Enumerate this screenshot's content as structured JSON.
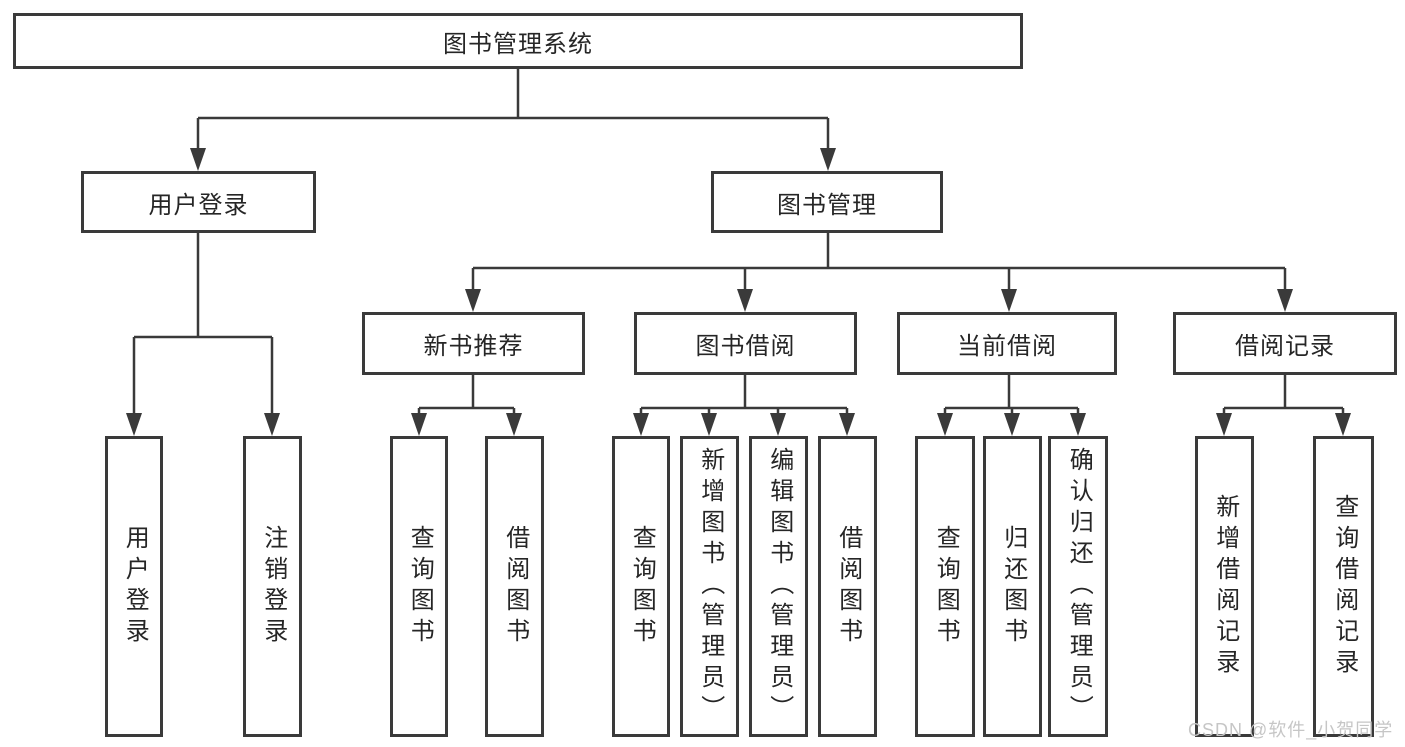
{
  "diagram_type": "hierarchy-tree",
  "tree": {
    "label": "图书管理系统",
    "children": [
      {
        "label": "用户登录",
        "children": [
          {
            "label": "用户登录"
          },
          {
            "label": "注销登录"
          }
        ]
      },
      {
        "label": "图书管理",
        "children": [
          {
            "label": "新书推荐",
            "children": [
              {
                "label": "查询图书"
              },
              {
                "label": "借阅图书"
              }
            ]
          },
          {
            "label": "图书借阅",
            "children": [
              {
                "label": "查询图书"
              },
              {
                "label": "新增图书（管理员）"
              },
              {
                "label": "编辑图书（管理员）"
              },
              {
                "label": "借阅图书"
              }
            ]
          },
          {
            "label": "当前借阅",
            "children": [
              {
                "label": "查询图书"
              },
              {
                "label": "归还图书"
              },
              {
                "label": "确认归还（管理员）"
              }
            ]
          },
          {
            "label": "借阅记录",
            "children": [
              {
                "label": "新增借阅记录"
              },
              {
                "label": "查询借阅记录"
              }
            ]
          }
        ]
      }
    ]
  },
  "watermark": {
    "text": "CSDN @软件_小贺同学"
  },
  "colors": {
    "line": "#3a3a3a",
    "box_border": "#3a3a3a",
    "text": "#262626",
    "background": "#ffffff",
    "watermark": "#c6c6c6"
  }
}
